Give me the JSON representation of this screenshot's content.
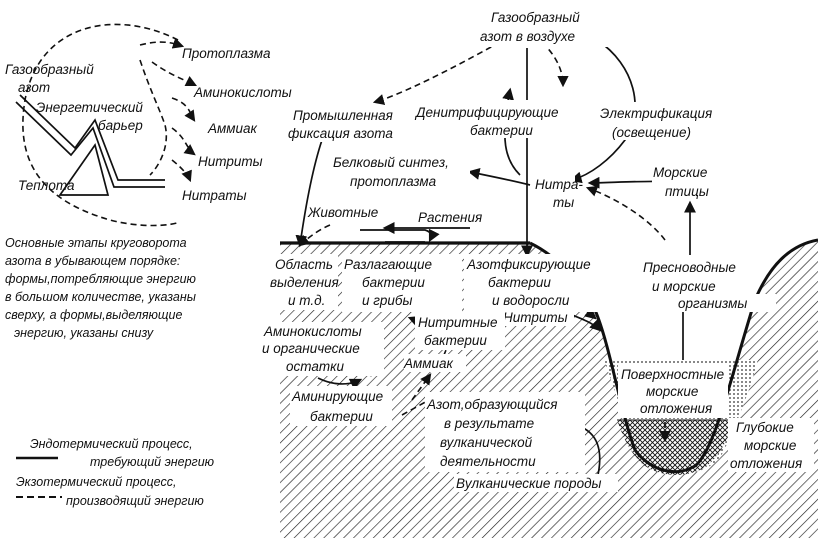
{
  "colors": {
    "ink": "#111111",
    "paper": "#ffffff"
  },
  "inset": {
    "gas_nitrogen": [
      "Газообразный",
      "азот"
    ],
    "energy_barrier": [
      "Энергетический",
      "барьер"
    ],
    "heat": "Теплота",
    "stages": [
      "Протоплазма",
      "Аминокислоты",
      "Аммиак",
      "Нитриты",
      "Нитраты"
    ]
  },
  "caption": [
    "Основные этапы круговорота",
    "азота в убывающем порядке:",
    "формы,потребляющие энергию",
    "в большом количестве, указаны",
    "сверху, а формы,выделяющие",
    "энергию, указаны снизу"
  ],
  "legend": {
    "endothermic": [
      "Эндотермический процесс,",
      "требующий энергию"
    ],
    "exothermic": [
      "Экзотермический процесс,",
      "производящий энергию"
    ]
  },
  "cycle": {
    "air_nitrogen": [
      "Газообразный",
      "азот в воздухе"
    ],
    "industrial_fixation": [
      "Промышленная",
      "фиксация азота"
    ],
    "denitrifying": [
      "Денитрифицирующие",
      "бактерии"
    ],
    "electrification": [
      "Электрификация",
      "(освещение)"
    ],
    "protein_synthesis": [
      "Белковый синтез,",
      "протоплазма"
    ],
    "nitrates": [
      "Нитра-",
      "ты"
    ],
    "sea_birds": [
      "Морские",
      "птицы"
    ],
    "animals": "Животные",
    "plants": "Растения",
    "freshwater": [
      "Пресноводные",
      "и морские"
    ],
    "organisms": "организмы",
    "excretion": [
      "Область",
      "выделения",
      "и т.д."
    ],
    "decomposers": [
      "Разлагающие",
      "бактерии",
      "и грибы"
    ],
    "fixers": [
      "Азотфиксирующие",
      "бактерии",
      "и водоросли"
    ],
    "nitrites": "Нитриты",
    "amino_acids": [
      "Аминокислоты",
      "и органические",
      "остатки"
    ],
    "nitrite_bacteria": [
      "Нитритные",
      "бактерии"
    ],
    "ammonia": "Аммиак",
    "aminating": [
      "Аминирующие",
      "бактерии"
    ],
    "volcanic_nitrogen": [
      "Азот,образующийся",
      "в результате",
      "вулканической",
      "деятельности"
    ],
    "volcanic_rocks": "Вулканические породы",
    "surface_sediments": [
      "Поверхностные",
      "морские",
      "отложения"
    ],
    "deep_sediments": [
      "Глубокие",
      "морские",
      "отложения"
    ]
  }
}
